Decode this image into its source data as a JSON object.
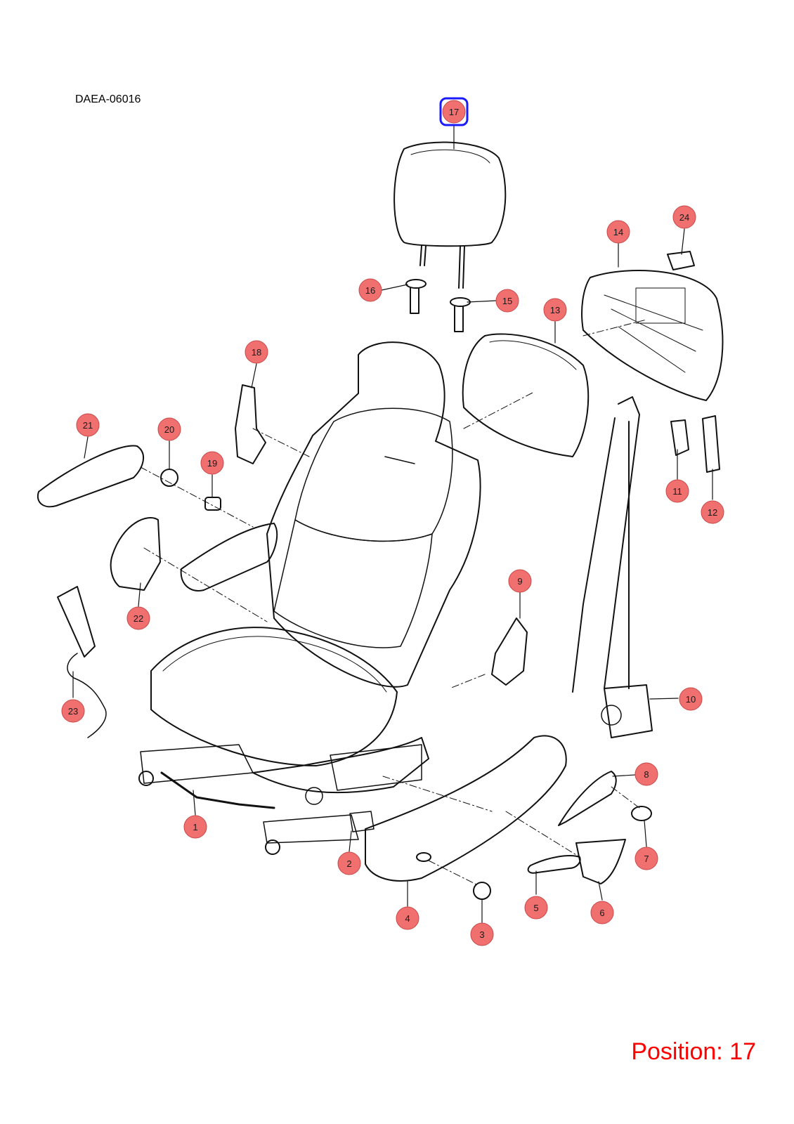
{
  "diagram_code": "DAEA-06016",
  "position_label": "Position: 17",
  "selected_callout": "17",
  "colors": {
    "callout_fill": "#f07070",
    "callout_stroke": "#c84848",
    "selected_outline": "#1a1aff",
    "position_text": "#ff0000",
    "line_art": "#111111"
  },
  "callouts": [
    {
      "id": "1",
      "label": "1"
    },
    {
      "id": "2",
      "label": "2"
    },
    {
      "id": "3",
      "label": "3"
    },
    {
      "id": "4",
      "label": "4"
    },
    {
      "id": "5",
      "label": "5"
    },
    {
      "id": "6",
      "label": "6"
    },
    {
      "id": "7",
      "label": "7"
    },
    {
      "id": "8",
      "label": "8"
    },
    {
      "id": "9",
      "label": "9"
    },
    {
      "id": "10",
      "label": "10"
    },
    {
      "id": "11",
      "label": "11"
    },
    {
      "id": "12",
      "label": "12"
    },
    {
      "id": "13",
      "label": "13"
    },
    {
      "id": "14",
      "label": "14"
    },
    {
      "id": "15",
      "label": "15"
    },
    {
      "id": "16",
      "label": "16"
    },
    {
      "id": "17",
      "label": "17"
    },
    {
      "id": "18",
      "label": "18"
    },
    {
      "id": "19",
      "label": "19"
    },
    {
      "id": "20",
      "label": "20"
    },
    {
      "id": "21",
      "label": "21"
    },
    {
      "id": "22",
      "label": "22"
    },
    {
      "id": "23",
      "label": "23"
    },
    {
      "id": "24",
      "label": "24"
    }
  ]
}
